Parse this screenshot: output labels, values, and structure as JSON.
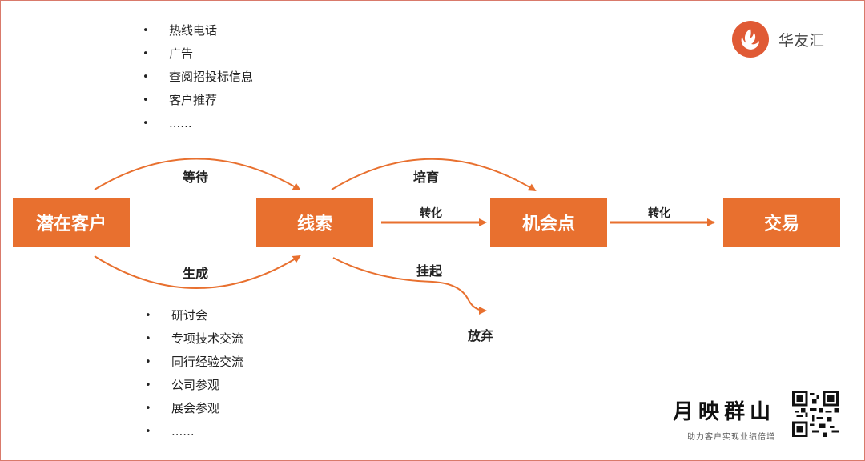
{
  "top_list": [
    "热线电话",
    "广告",
    "查阅招投标信息",
    "客户推荐",
    "......"
  ],
  "bottom_list": [
    "研讨会",
    "专项技术交流",
    "同行经验交流",
    "公司参观",
    "展会参观",
    "......"
  ],
  "boxes": {
    "qianzai": "潜在客户",
    "xiansuo": "线索",
    "jihui": "机会点",
    "jiaoyi": "交易"
  },
  "labels": {
    "dengdai": "等待",
    "shengcheng": "生成",
    "peiyu": "培育",
    "zhuanhua1": "转化",
    "zhuanhua2": "转化",
    "guaqi": "挂起",
    "fangqi": "放弃"
  },
  "logo": {
    "icon": "phoenix-icon",
    "text": "华友汇"
  },
  "brand": {
    "title": "月映群山",
    "subtitle": "助力客户实现业绩倍增"
  },
  "qr": {
    "icon": "qr-code-icon"
  },
  "colors": {
    "accent": "#e8702f",
    "frame": "#d97a6b"
  }
}
